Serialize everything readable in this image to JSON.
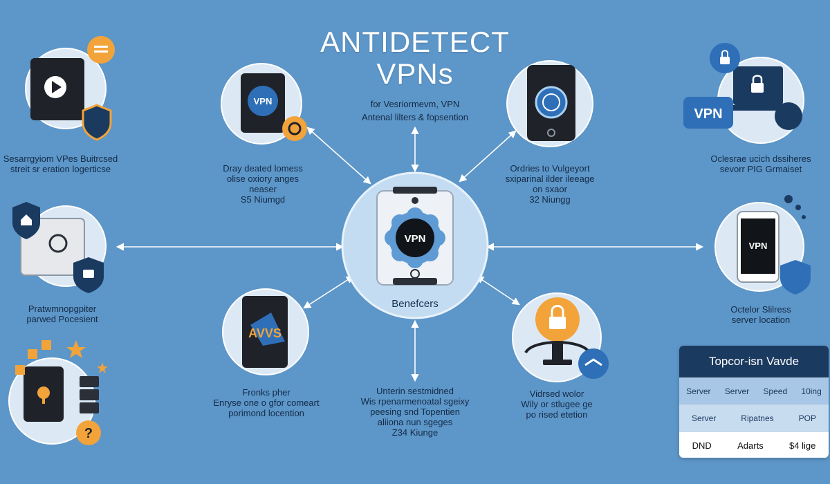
{
  "header": {
    "title_line1": "ANTIDETECT",
    "title_line2": "VPNs",
    "subtitle_line1": "for Vesriormevm, VPN",
    "subtitle_line2": "Antenal lilters & fopsention"
  },
  "center": {
    "device_label": "VPN",
    "caption": "Benefcers"
  },
  "nodes": {
    "top_left": {
      "line1": "Sesarrgyiom VPes Buitrcsed",
      "line2": "streit sr eration logerticse"
    },
    "left_mid": {
      "line1": "Pratwmnopgpiter",
      "line2": "parwed Pocesient"
    },
    "top_center_left": {
      "icon_label": "VPN",
      "line1": "Dray deated lomess",
      "line2": "olise oxiory anges",
      "line3": "neaser",
      "line4": "S5 Niumgd"
    },
    "top_center_right": {
      "line1": "Ordries to Vulgeyort",
      "line2": "sxiparinal ilder ileeage",
      "line3": "on sxaor",
      "line4": "32 Niungg"
    },
    "top_right": {
      "icon_label": "VPN",
      "line1": "Oclesrae ucich dssiheres",
      "line2": "sevorr PIG Grmaiset"
    },
    "right_mid": {
      "icon_label": "VPN",
      "line1": "Octelor Slilress",
      "line2": "server location"
    },
    "bottom_left_center": {
      "icon_label": "AVVS",
      "line1": "Fronks pher",
      "line2": "Enryse one o gfor comeart",
      "line3": "porimond locention"
    },
    "bottom_center": {
      "line1": "Unterin sestmidned",
      "line2": "Wis rpenarmenoatal sgeixy",
      "line3": "peesing snd Topentien",
      "line4": "aliiona nun sgeges",
      "line5": "Z34 Kiunge"
    },
    "bottom_center_right": {
      "line1": "Vidrsed wolor",
      "line2": "Wily or stlugee ge",
      "line3": "po rised etetion"
    }
  },
  "table": {
    "title": "Topcor-isn Vavde",
    "rows": [
      [
        "Server",
        "Server",
        "Speed",
        "10ing"
      ],
      [
        "Server",
        "Ripatnes",
        "POP"
      ],
      [
        "DND",
        "Adarts",
        "$4 lige"
      ]
    ]
  },
  "colors": {
    "background": "#5d96c8",
    "navy": "#1b3a60",
    "circle_fill": "#dce9f5",
    "accent_orange": "#f2a33a",
    "icon_dark": "#1f2228",
    "vpn_blue": "#2e6fb8"
  }
}
